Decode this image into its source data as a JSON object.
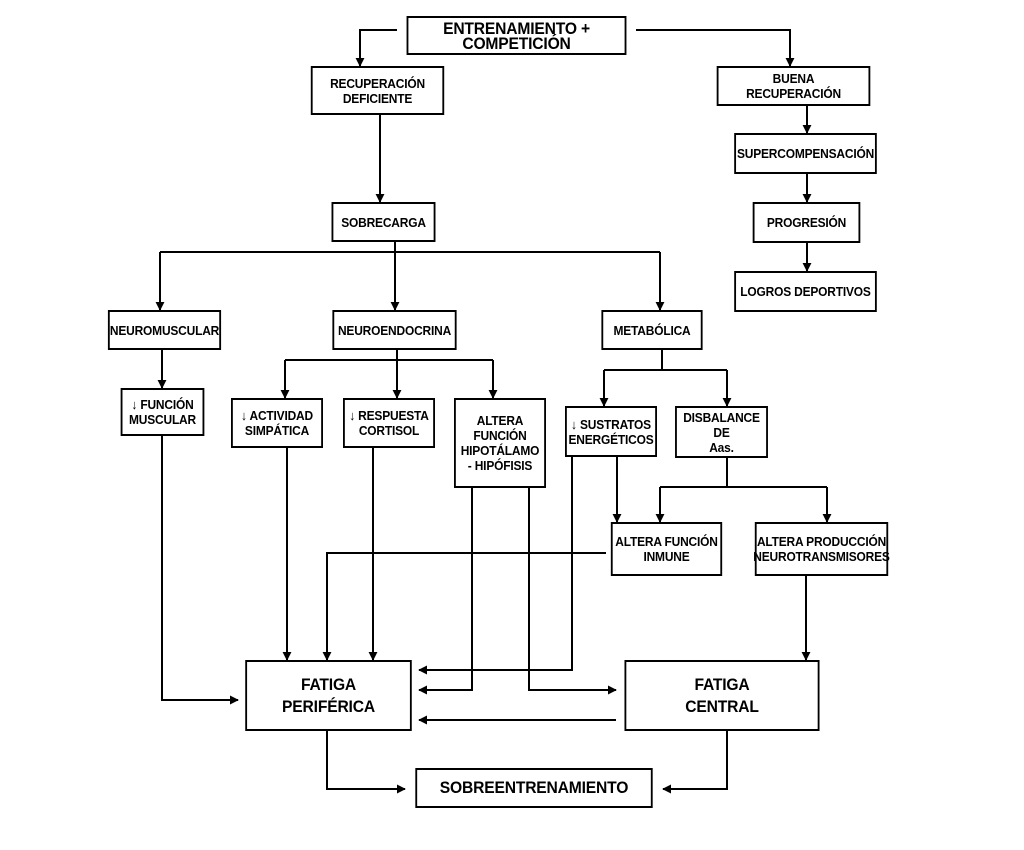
{
  "diagram": {
    "nodes": {
      "entrenamiento": "ENTRENAMIENTO + COMPETICIÓN",
      "recup_deficiente": "RECUPERACIÓN\nDEFICIENTE",
      "buena_recup": "BUENA\nRECUPERACIÓN",
      "supercompensacion": "SUPERCOMPENSACIÓN",
      "progresion": "PROGRESIÓN",
      "logros": "LOGROS DEPORTIVOS",
      "sobrecarga": "SOBRECARGA",
      "neuromuscular": "NEUROMUSCULAR",
      "neuroendocrina": "NEUROENDOCRINA",
      "metabolica": "METABÓLICA",
      "funcion_muscular": "↓ FUNCIÓN\nMUSCULAR",
      "actividad_simpatica": "↓ ACTIVIDAD\nSIMPÁTICA",
      "respuesta_cortisol": "↓ RESPUESTA\nCORTISOL",
      "hipotalamo": "ALTERA FUNCIÓN\nHIPOTÁLAMO\n- HIPÓFISIS",
      "sustratos": "↓ SUSTRATOS\nENERGÉTICOS",
      "disbalance": "DISBALANCE DE\nAas.",
      "funcion_inmune": "ALTERA FUNCIÓN\nINMUNE",
      "neurotransmisores": "ALTERA PRODUCCIÓN\nNEUROTRANSMISORES",
      "fatiga_periferica": "FATIGA\nPERIFÉRICA",
      "fatiga_central": "FATIGA\nCENTRAL",
      "sobreentrenamiento": "SOBREENTRENAMIENTO"
    },
    "colors": {
      "stroke": "#000000",
      "fill": "#ffffff",
      "text": "#000000"
    }
  }
}
